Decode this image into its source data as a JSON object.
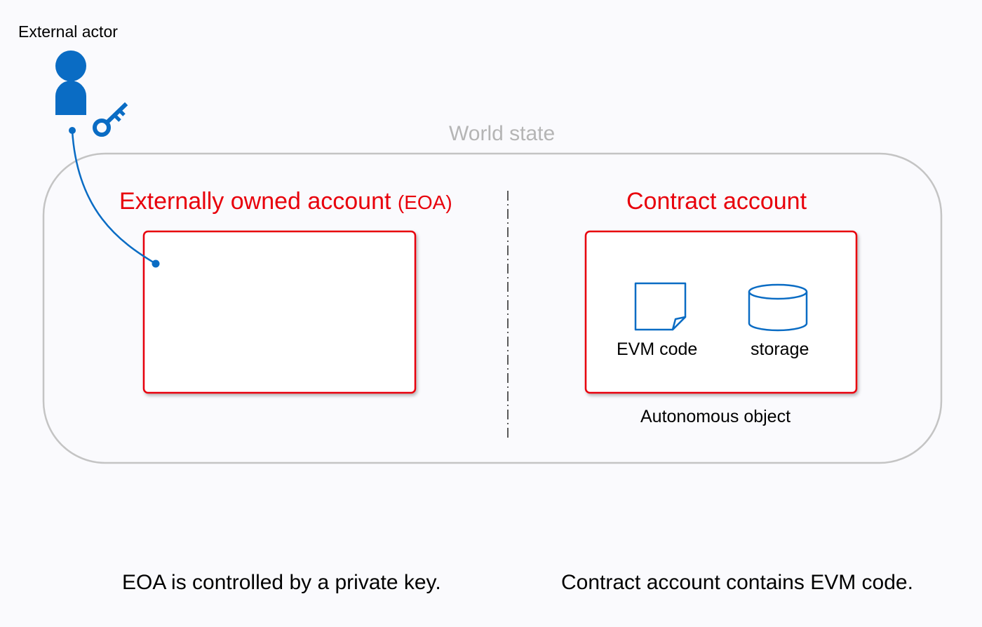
{
  "actor": {
    "label": "External actor",
    "person_icon": "person-icon",
    "key_icon": "key-icon"
  },
  "world_state": {
    "title": "World state"
  },
  "eoa": {
    "title": "Externally owned account",
    "abbr": "(EOA)"
  },
  "contract": {
    "title": "Contract account",
    "code_label": "EVM code",
    "storage_label": "storage",
    "object_label": "Autonomous object",
    "code_icon": "document-icon",
    "storage_icon": "database-cylinder-icon"
  },
  "captions": {
    "left": "EOA is controlled by a private key.",
    "right": "Contract account contains EVM code."
  },
  "colors": {
    "background": "#fafafd",
    "actor_blue": "#0a6cc4",
    "account_red": "#e8000b",
    "world_border": "#c4c4c4",
    "world_title": "#b5b5b5"
  }
}
